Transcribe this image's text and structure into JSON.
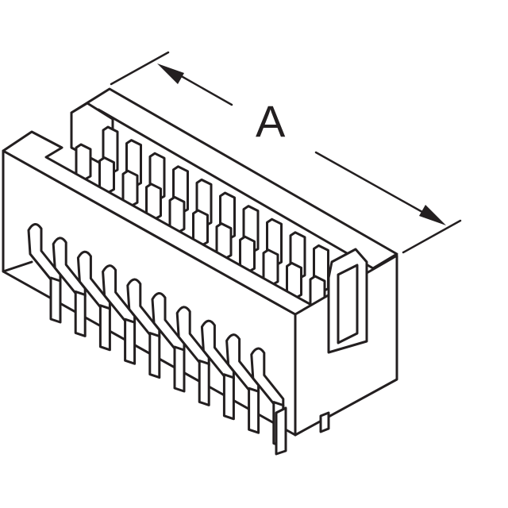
{
  "dimension": {
    "label": "A"
  },
  "connector": {
    "upper_pin_count": 11,
    "lower_pin_count": 10
  },
  "colors": {
    "line": "#231f20",
    "background": "#ffffff"
  }
}
